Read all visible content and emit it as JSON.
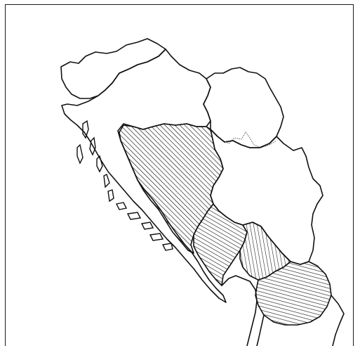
{
  "map": {
    "colors": {
      "background": "#ffffff",
      "ink": "#111111"
    },
    "regions": [
      {
        "id": "slovenia",
        "hatch": "none"
      },
      {
        "id": "croatia",
        "hatch": "none"
      },
      {
        "id": "vojvodina",
        "hatch": "none"
      },
      {
        "id": "serbia",
        "hatch": "none"
      },
      {
        "id": "bosnia-herzegovina",
        "hatch": "diagonal-dense"
      },
      {
        "id": "montenegro",
        "hatch": "diagonal-steep"
      },
      {
        "id": "kosovo",
        "hatch": "horizontal"
      },
      {
        "id": "macedonia",
        "hatch": "diagonal-shallow"
      }
    ]
  }
}
